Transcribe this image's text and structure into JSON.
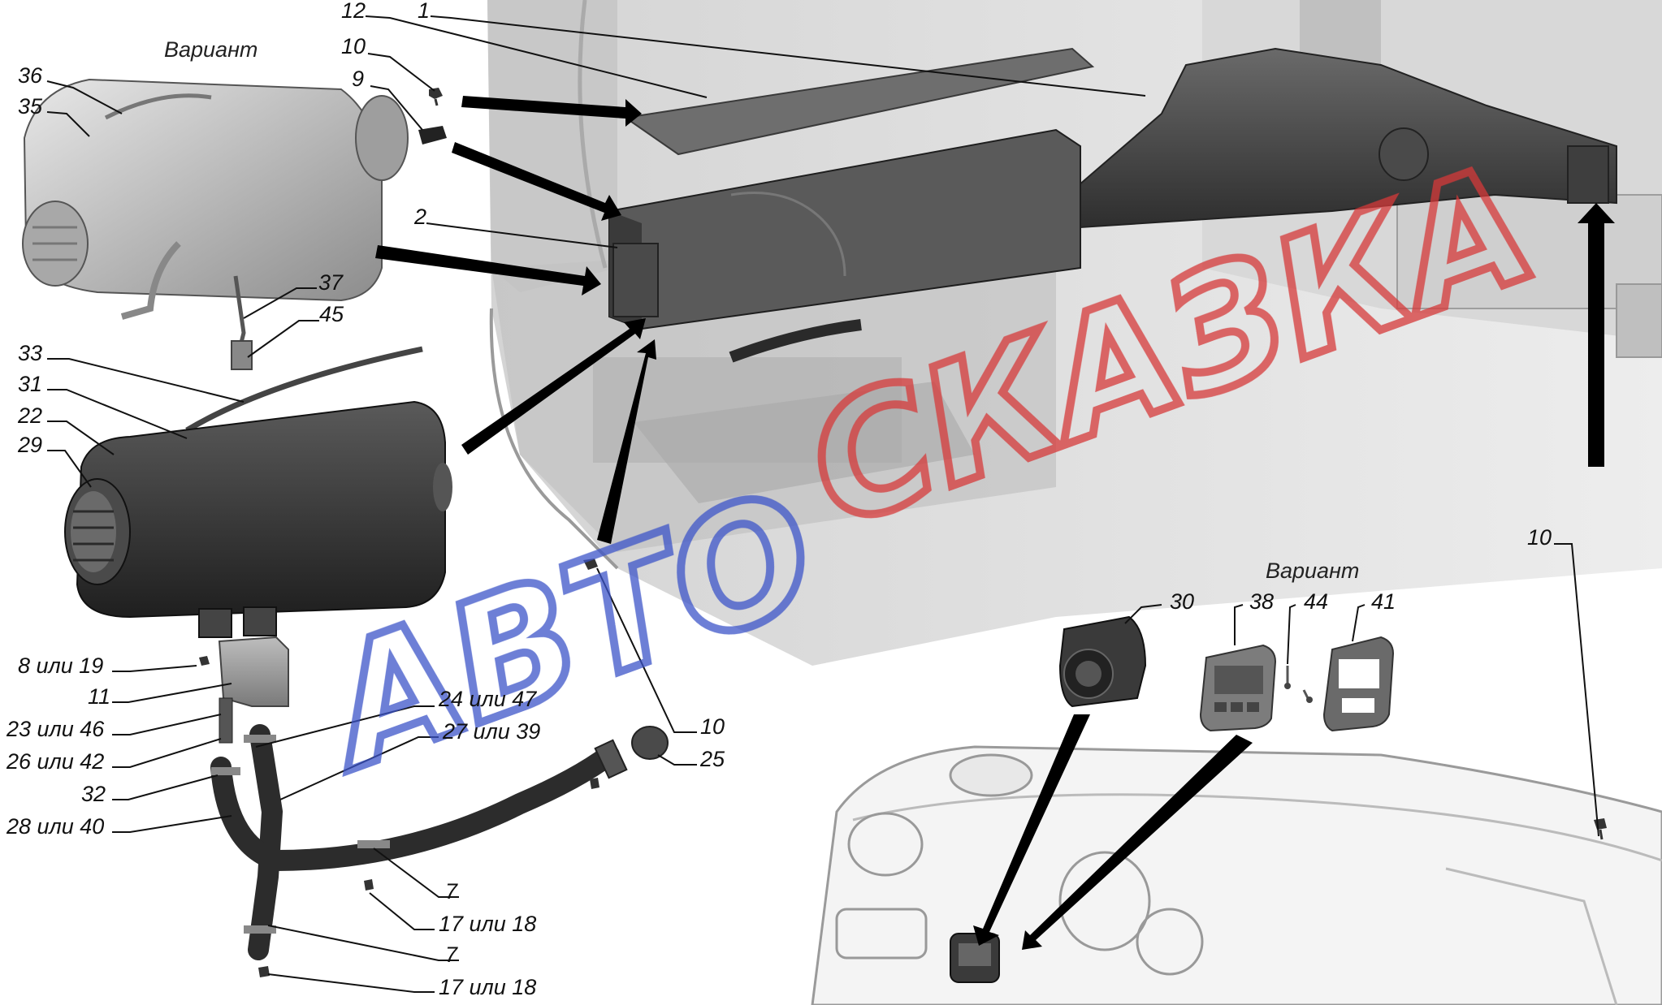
{
  "variant_labels": [
    "Вариант",
    "Вариант"
  ],
  "watermark": {
    "part1": "АВТО",
    "part2": "СКАЗКА",
    "color_blue": "#3d55c8",
    "color_red": "#d63a3a"
  },
  "callouts": [
    "36",
    "35",
    "10",
    "9",
    "12",
    "1",
    "2",
    "37",
    "45",
    "33",
    "31",
    "22",
    "29",
    "8 или 19",
    "11",
    "23 или 46",
    "26 или 42",
    "32",
    "28 или 40",
    "24 или 47",
    "27 или 39",
    "10",
    "25",
    "7",
    "17 или 18",
    "7",
    "17 или 18",
    "10",
    "30",
    "38",
    "44",
    "41"
  ]
}
